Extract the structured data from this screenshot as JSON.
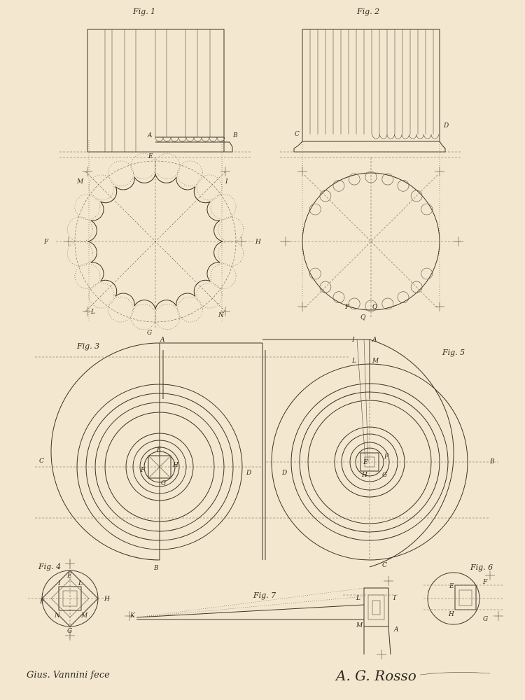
{
  "figures": {
    "f1": "Fig. 1",
    "f2": "Fig. 2",
    "f3": "Fig. 3",
    "f4": "Fig. 4",
    "f5": "Fig. 5",
    "f6": "Fig. 6",
    "f7": "Fig. 7"
  },
  "labels": {
    "f1_A": "A",
    "f1_B": "B",
    "f1_E": "E",
    "f1_M": "M",
    "f1_I": "I",
    "f1_F": "F",
    "f1_H": "H",
    "f1_L": "L",
    "f1_N": "N",
    "f1_G": "G",
    "f2_C": "C",
    "f2_D": "D",
    "f2_P": "P",
    "f2_O": "O",
    "f2_Q": "Q",
    "f3_A": "A",
    "f3_C": "C",
    "f3_D": "D",
    "f3_B": "B",
    "f3_E": "E",
    "f3_F": "F",
    "f3_H": "H",
    "f3_G": "G",
    "f5_I": "I",
    "f5_A": "A",
    "f5_L": "L",
    "f5_M": "M",
    "f5_B": "B",
    "f5_D": "D",
    "f5_C": "C",
    "f5_E": "E",
    "f5_F": "F",
    "f5_H": "H",
    "f5_G": "G",
    "f4_E": "E",
    "f4_I": "I",
    "f4_L": "L",
    "f4_F": "F",
    "f4_H": "H",
    "f4_N": "N",
    "f4_M": "M",
    "f4_G": "G",
    "f7_K": "K",
    "f7_L": "L",
    "f7_I": "I",
    "f7_M": "M",
    "f7_A": "A",
    "f6_E": "E",
    "f6_F": "F",
    "f6_H": "H",
    "f6_G": "G"
  },
  "signatures": {
    "left": "Gius. Vannini fece",
    "right": "A. G. Rosso"
  }
}
